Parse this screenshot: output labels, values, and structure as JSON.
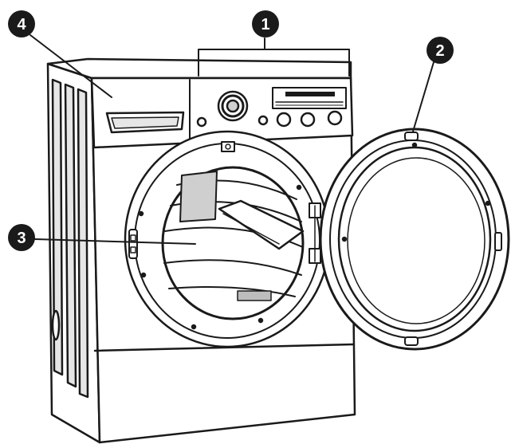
{
  "callouts": [
    {
      "number": "1",
      "part": "control-panel"
    },
    {
      "number": "2",
      "part": "door"
    },
    {
      "number": "3",
      "part": "drum"
    },
    {
      "number": "4",
      "part": "detergent-drawer"
    }
  ],
  "colors": {
    "line": "#1a1a1a",
    "body": "#ffffff",
    "shade": "#d9d9d9",
    "callout_fill": "#1a1a1a"
  }
}
